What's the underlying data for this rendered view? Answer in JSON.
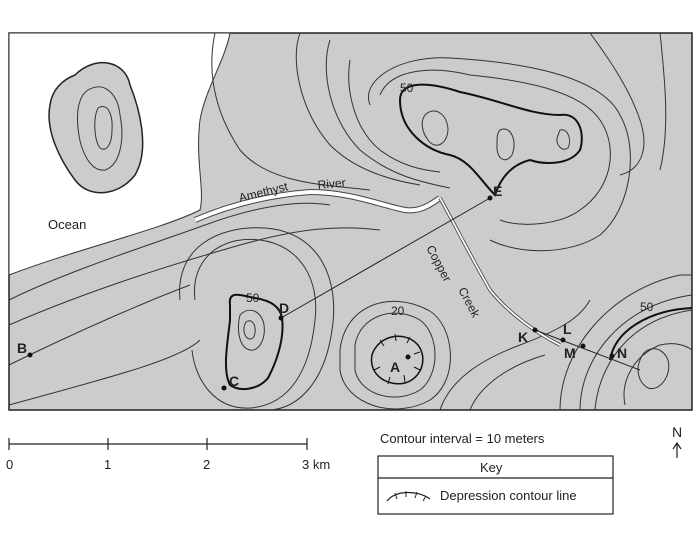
{
  "map": {
    "colors": {
      "land": "#cccccc",
      "ocean": "#ffffff",
      "line": "#333333",
      "river": "#ffffff"
    },
    "labels": {
      "ocean": "Ocean",
      "river": "Amethyst River",
      "river_part1": "Amethyst",
      "river_part2": "River",
      "creek": "Copper Creek",
      "creek_part1": "Copper",
      "creek_part2": "Creek"
    },
    "contour_labels": [
      "50",
      "50",
      "20",
      "50"
    ],
    "points": [
      {
        "id": "B",
        "label": "B"
      },
      {
        "id": "C",
        "label": "C"
      },
      {
        "id": "D",
        "label": "D"
      },
      {
        "id": "A",
        "label": "A"
      },
      {
        "id": "E",
        "label": "E"
      },
      {
        "id": "K",
        "label": "K"
      },
      {
        "id": "L",
        "label": "L"
      },
      {
        "id": "M",
        "label": "M"
      },
      {
        "id": "N",
        "label": "N"
      }
    ]
  },
  "scale_bar": {
    "ticks": [
      "0",
      "1",
      "2",
      "3 km"
    ]
  },
  "contour_interval": "Contour interval = 10 meters",
  "north_arrow": {
    "label": "N"
  },
  "key": {
    "title": "Key",
    "item": "Depression contour line"
  }
}
